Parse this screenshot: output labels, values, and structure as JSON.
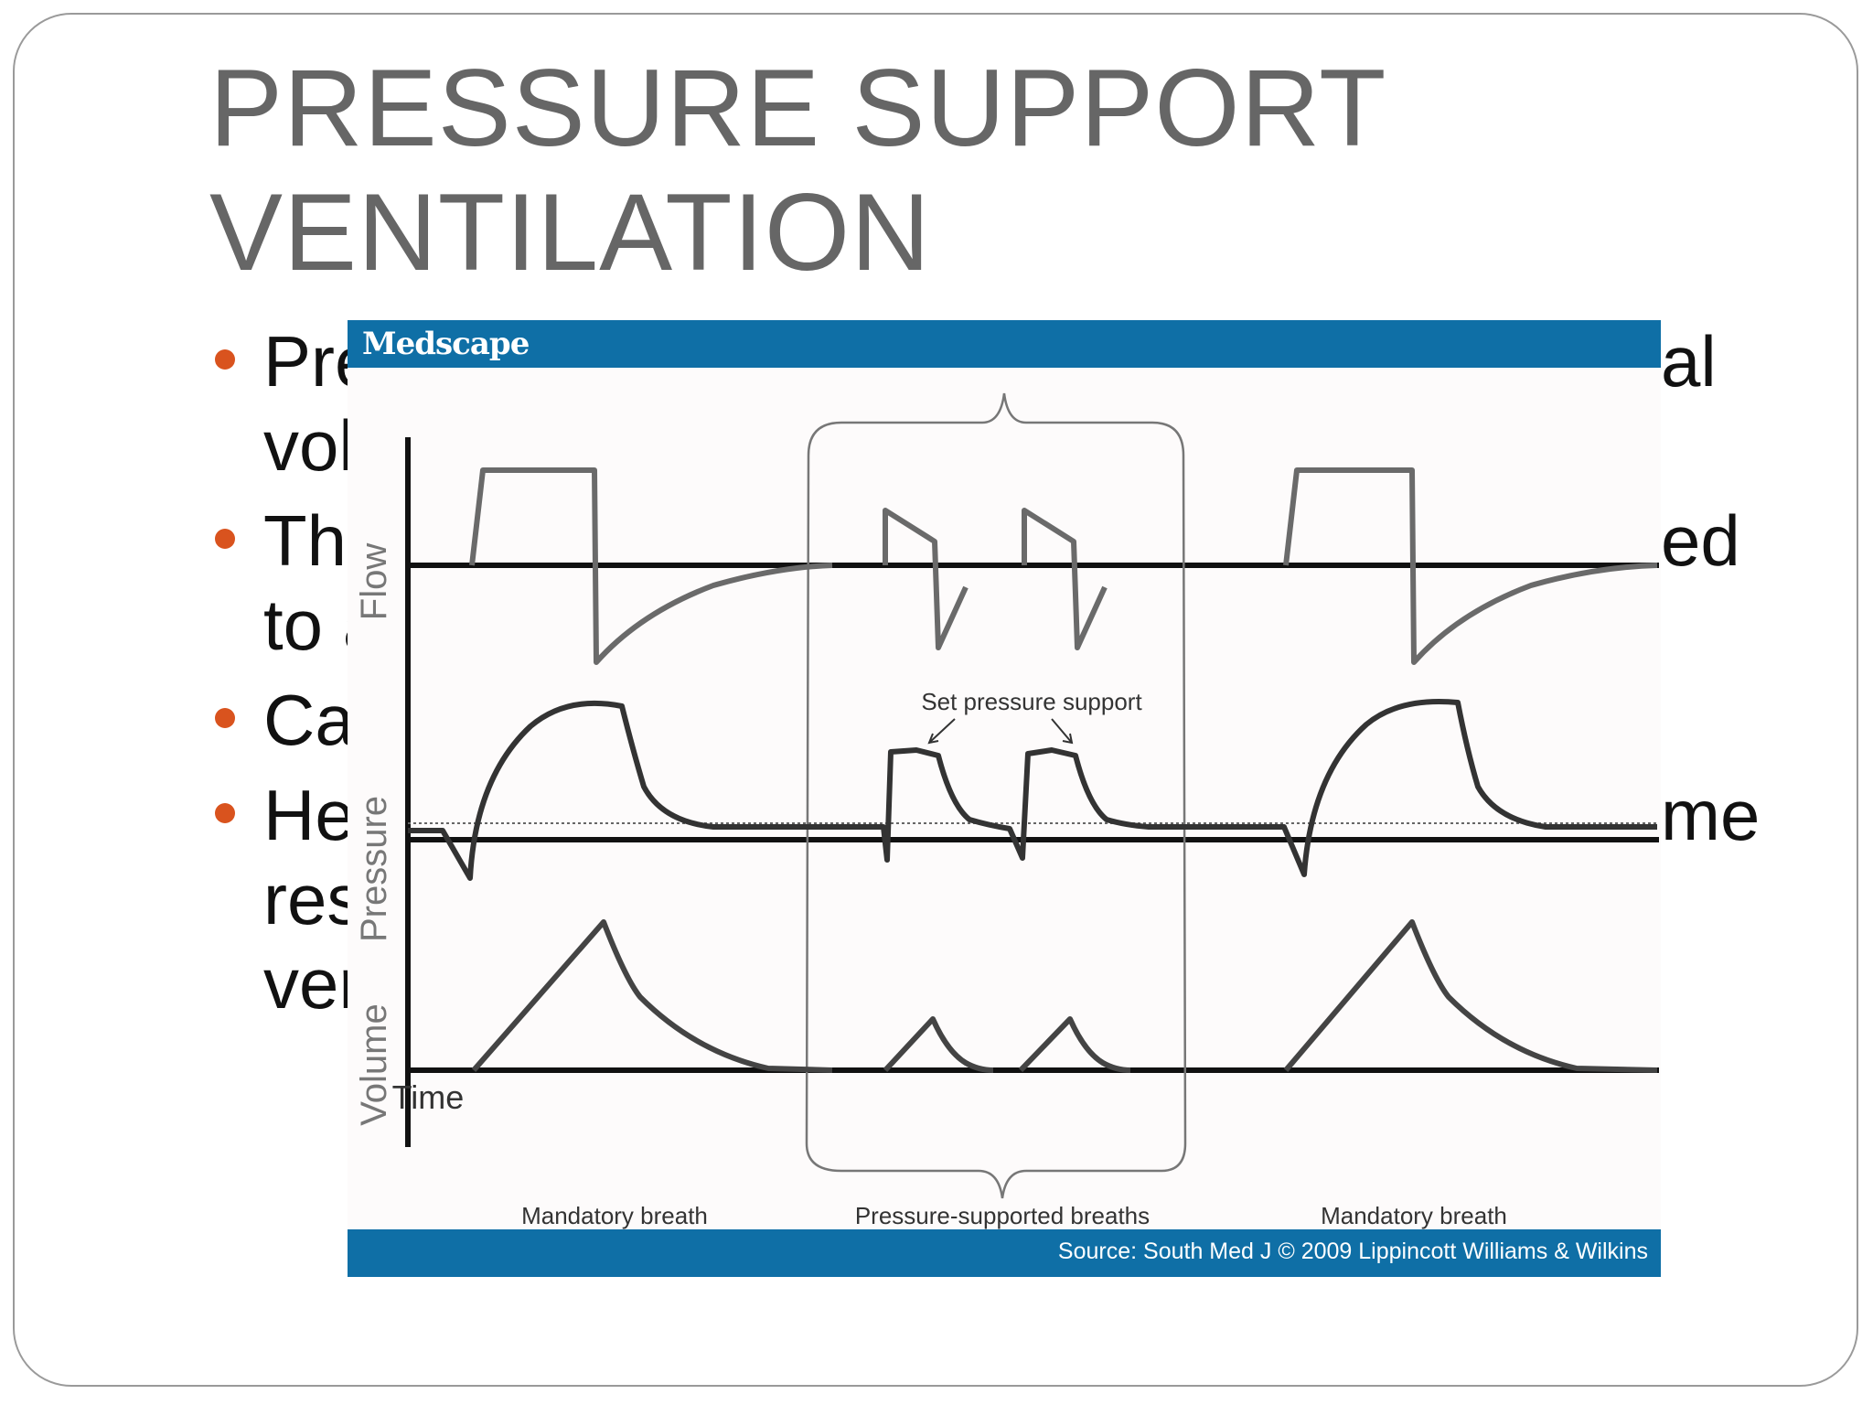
{
  "slide": {
    "title_lines": [
      "PRESSURE SUPPORT",
      "VENTILATION"
    ],
    "bullets": [
      {
        "lines": [
          {
            "left": "Pre",
            "right": "al"
          },
          {
            "left": "vol",
            "right": ""
          }
        ]
      },
      {
        "lines": [
          {
            "left": "The",
            "right": "ed"
          },
          {
            "left": "to a",
            "right": ""
          }
        ]
      },
      {
        "lines": [
          {
            "left": "Ca",
            "right": ""
          }
        ]
      },
      {
        "lines": [
          {
            "left": "He",
            "right": "me"
          },
          {
            "left": "res",
            "right": ""
          },
          {
            "left": "ver",
            "right": ""
          }
        ]
      }
    ],
    "bullet_color": "#d9531e"
  },
  "figure": {
    "brand": "Medscape",
    "source": "Source: South Med J © 2009 Lippincott Williams & Wilkins",
    "banner_color": "#0f6fa6",
    "axis_labels": {
      "flow": "Flow",
      "pressure": "Pressure",
      "volume": "Volume",
      "time": "Time"
    },
    "annotation": "Set pressure support",
    "segments": [
      "Mandatory breath",
      "Pressure-supported breaths",
      "Mandatory breath"
    ]
  }
}
